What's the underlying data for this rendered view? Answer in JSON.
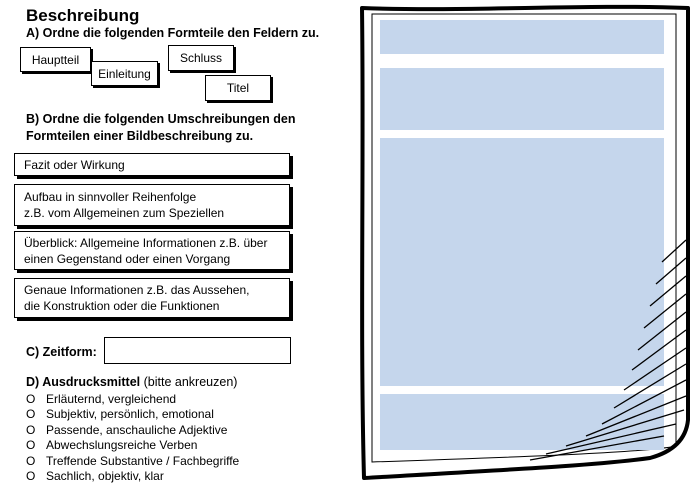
{
  "title": "Beschreibung",
  "section_a": {
    "heading": "A) Ordne die folgenden Formteile den Feldern zu.",
    "cards": [
      "Hauptteil",
      "Einleitung",
      "Schluss",
      "Titel"
    ]
  },
  "section_b": {
    "heading_line1": "B) Ordne die folgenden Umschreibungen den",
    "heading_line2": "Formteilen einer Bildbeschreibung zu.",
    "cards": [
      {
        "line1": "Fazit oder Wirkung",
        "line2": ""
      },
      {
        "line1": "Aufbau in sinnvoller Reihenfolge",
        "line2": "z.B. vom Allgemeinen zum Speziellen"
      },
      {
        "line1": "Überblick: Allgemeine Informationen z.B. über",
        "line2": "einen Gegenstand oder einen Vorgang"
      },
      {
        "line1": "Genaue Informationen z.B. das Aussehen,",
        "line2": "die Konstruktion oder die Funktionen"
      }
    ]
  },
  "section_c": {
    "label": "C) Zeitform:",
    "value": ""
  },
  "section_d": {
    "heading_bold": "D) Ausdrucksmittel",
    "heading_rest": " (bitte ankreuzen)",
    "circle": "O",
    "options": [
      "Erläuternd, vergleichend",
      "Subjektiv, persönlich, emotional",
      "Passende, anschauliche Adjektive",
      "Abwechslungsreiche Verben",
      "Treffende Substantive / Fachbegriffe",
      "Sachlich, objektiv, klar"
    ]
  },
  "colors": {
    "drop_zone": "#c5d6ec",
    "ink": "#000000"
  }
}
